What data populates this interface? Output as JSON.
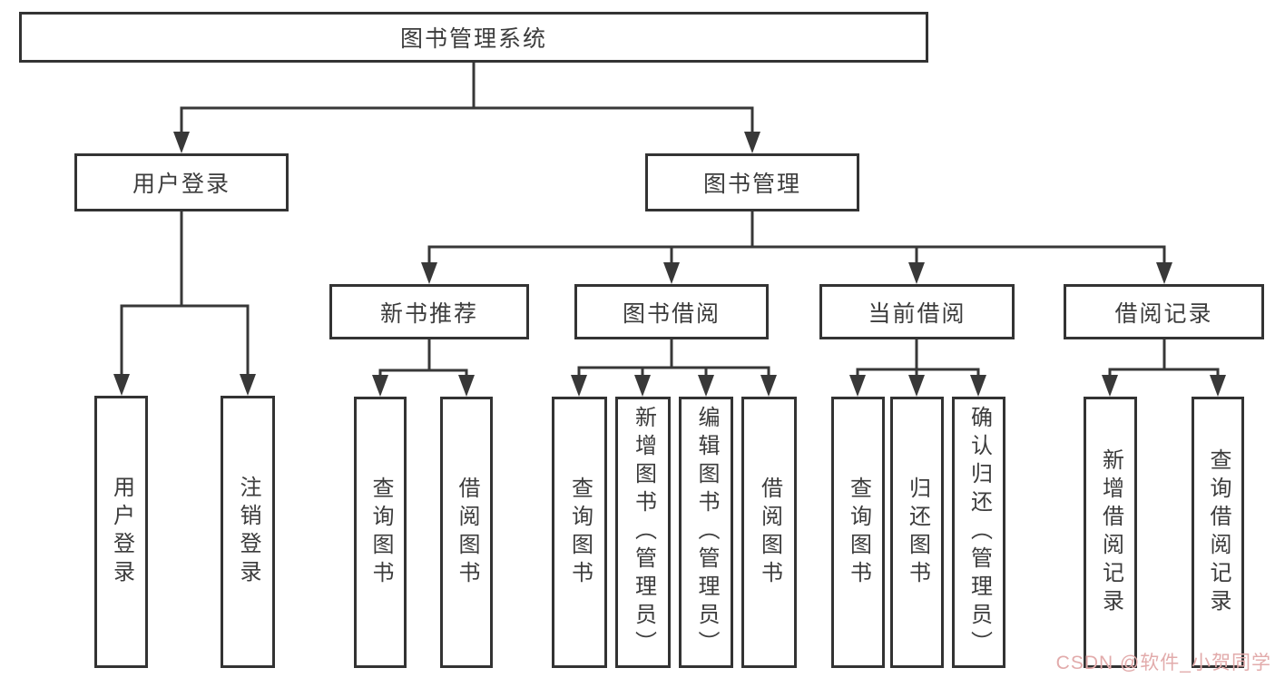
{
  "diagram_type": "tree",
  "tree": {
    "label": "图书管理系统",
    "children": [
      {
        "label": "用户登录",
        "children": [
          {
            "label": "用户登录"
          },
          {
            "label": "注销登录"
          }
        ]
      },
      {
        "label": "图书管理",
        "children": [
          {
            "label": "新书推荐",
            "children": [
              {
                "label": "查询图书"
              },
              {
                "label": "借阅图书"
              }
            ]
          },
          {
            "label": "图书借阅",
            "children": [
              {
                "label": "查询图书"
              },
              {
                "label": "新增图书（管理员）"
              },
              {
                "label": "编辑图书（管理员）"
              },
              {
                "label": "借阅图书"
              }
            ]
          },
          {
            "label": "当前借阅",
            "children": [
              {
                "label": "查询图书"
              },
              {
                "label": "归还图书"
              },
              {
                "label": "确认归还（管理员）"
              }
            ]
          },
          {
            "label": "借阅记录",
            "children": [
              {
                "label": "新增借阅记录"
              },
              {
                "label": "查询借阅记录"
              }
            ]
          }
        ]
      }
    ]
  },
  "watermark": {
    "text": "CSDN @软件_小贺同学"
  },
  "colors": {
    "line": "#383838",
    "box_border": "#333333",
    "text": "#3c3c3c",
    "watermark": "#e2abab",
    "background": "#ffffff"
  }
}
